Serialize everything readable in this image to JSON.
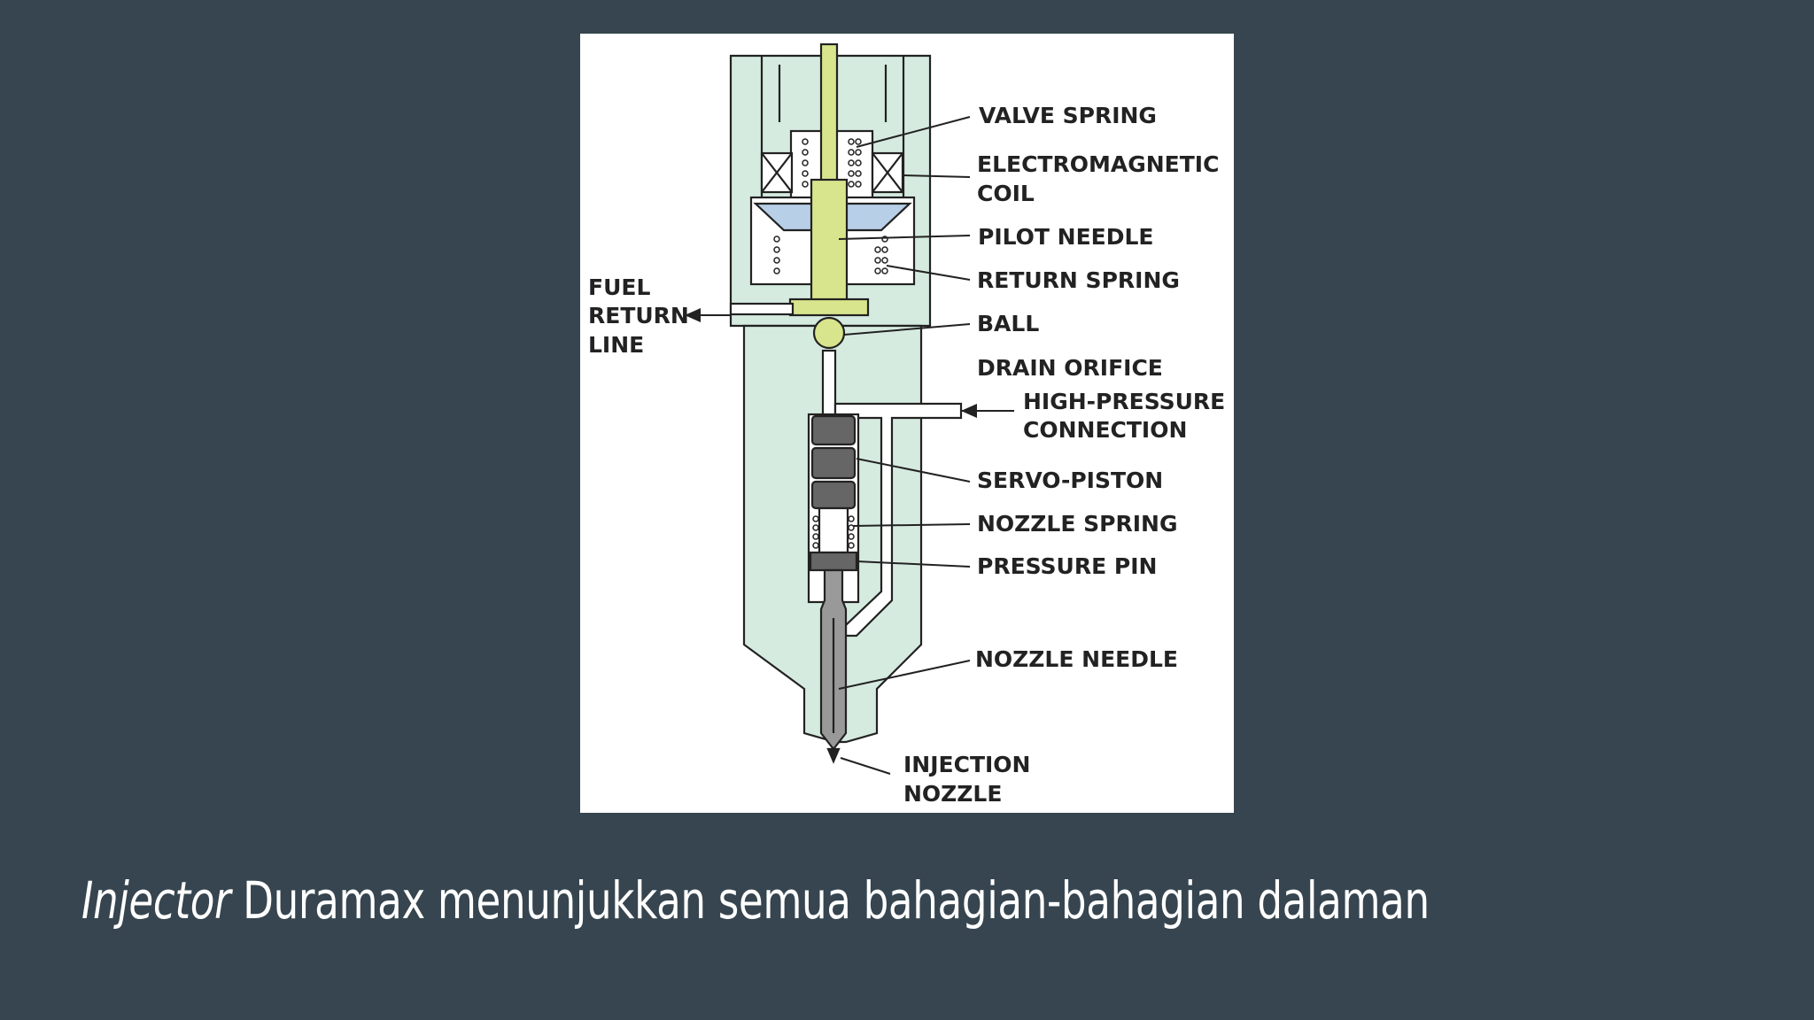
{
  "diagram": {
    "labels": {
      "valve_spring": "VALVE SPRING",
      "electromagnetic_coil_1": "ELECTROMAGNETIC",
      "electromagnetic_coil_2": "COIL",
      "pilot_needle": "PILOT NEEDLE",
      "return_spring": "RETURN SPRING",
      "fuel_return_line_1": "FUEL",
      "fuel_return_line_2": "RETURN",
      "fuel_return_line_3": "LINE",
      "ball": "BALL",
      "drain_orifice": "DRAIN ORIFICE",
      "high_pressure_1": "HIGH-PRESSURE",
      "high_pressure_2": "CONNECTION",
      "servo_piston": "SERVO-PISTON",
      "nozzle_spring": "NOZZLE SPRING",
      "pressure_pin": "PRESSURE PIN",
      "nozzle_needle": "NOZZLE NEEDLE",
      "injection_nozzle_1": "INJECTION",
      "injection_nozzle_2": "NOZZLE"
    },
    "colors": {
      "body_fill": "#d6ebe0",
      "pilot_needle_fill": "#d8e58c",
      "seat_fill": "#b8cfe8",
      "piston_fill": "#666666",
      "outline": "#222222"
    }
  },
  "caption": {
    "italic": "Injector",
    "rest": " Duramax menunjukkan semua bahagian-bahagian dalaman"
  }
}
